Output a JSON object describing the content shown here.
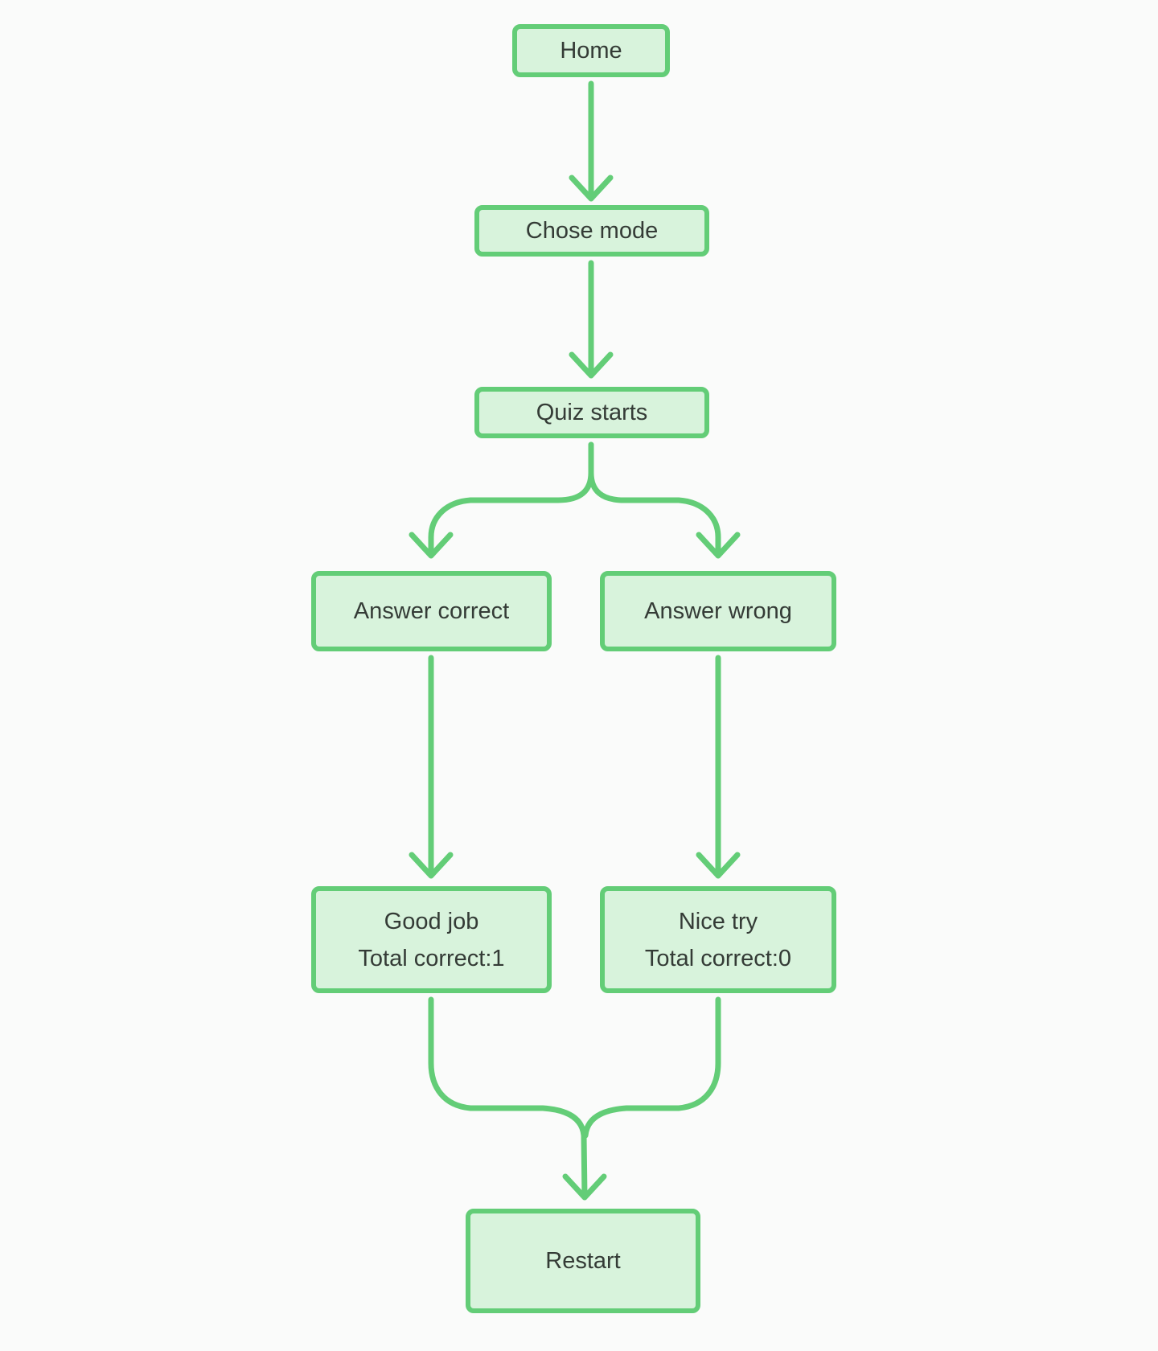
{
  "diagram": {
    "type": "flowchart",
    "direction": "top-down",
    "nodes": [
      {
        "id": "home",
        "label": "Home"
      },
      {
        "id": "chose-mode",
        "label": "Chose mode"
      },
      {
        "id": "quiz-starts",
        "label": "Quiz starts"
      },
      {
        "id": "answer-correct",
        "label": "Answer correct"
      },
      {
        "id": "answer-wrong",
        "label": "Answer wrong"
      },
      {
        "id": "good-job",
        "label": "Good job",
        "sublabel": "Total correct:1"
      },
      {
        "id": "nice-try",
        "label": "Nice try",
        "sublabel": "Total correct:0"
      },
      {
        "id": "restart",
        "label": "Restart"
      }
    ],
    "edges": [
      {
        "from": "home",
        "to": "chose-mode"
      },
      {
        "from": "chose-mode",
        "to": "quiz-starts"
      },
      {
        "from": "quiz-starts",
        "to": "answer-correct"
      },
      {
        "from": "quiz-starts",
        "to": "answer-wrong"
      },
      {
        "from": "answer-correct",
        "to": "good-job"
      },
      {
        "from": "answer-wrong",
        "to": "nice-try"
      },
      {
        "from": "good-job",
        "to": "restart"
      },
      {
        "from": "nice-try",
        "to": "restart"
      }
    ]
  },
  "colors": {
    "background": "#fafbfa",
    "node_fill": "#d8f3dc",
    "node_border": "#63cd77",
    "edge": "#63cd77",
    "text_color": "#343b36"
  }
}
